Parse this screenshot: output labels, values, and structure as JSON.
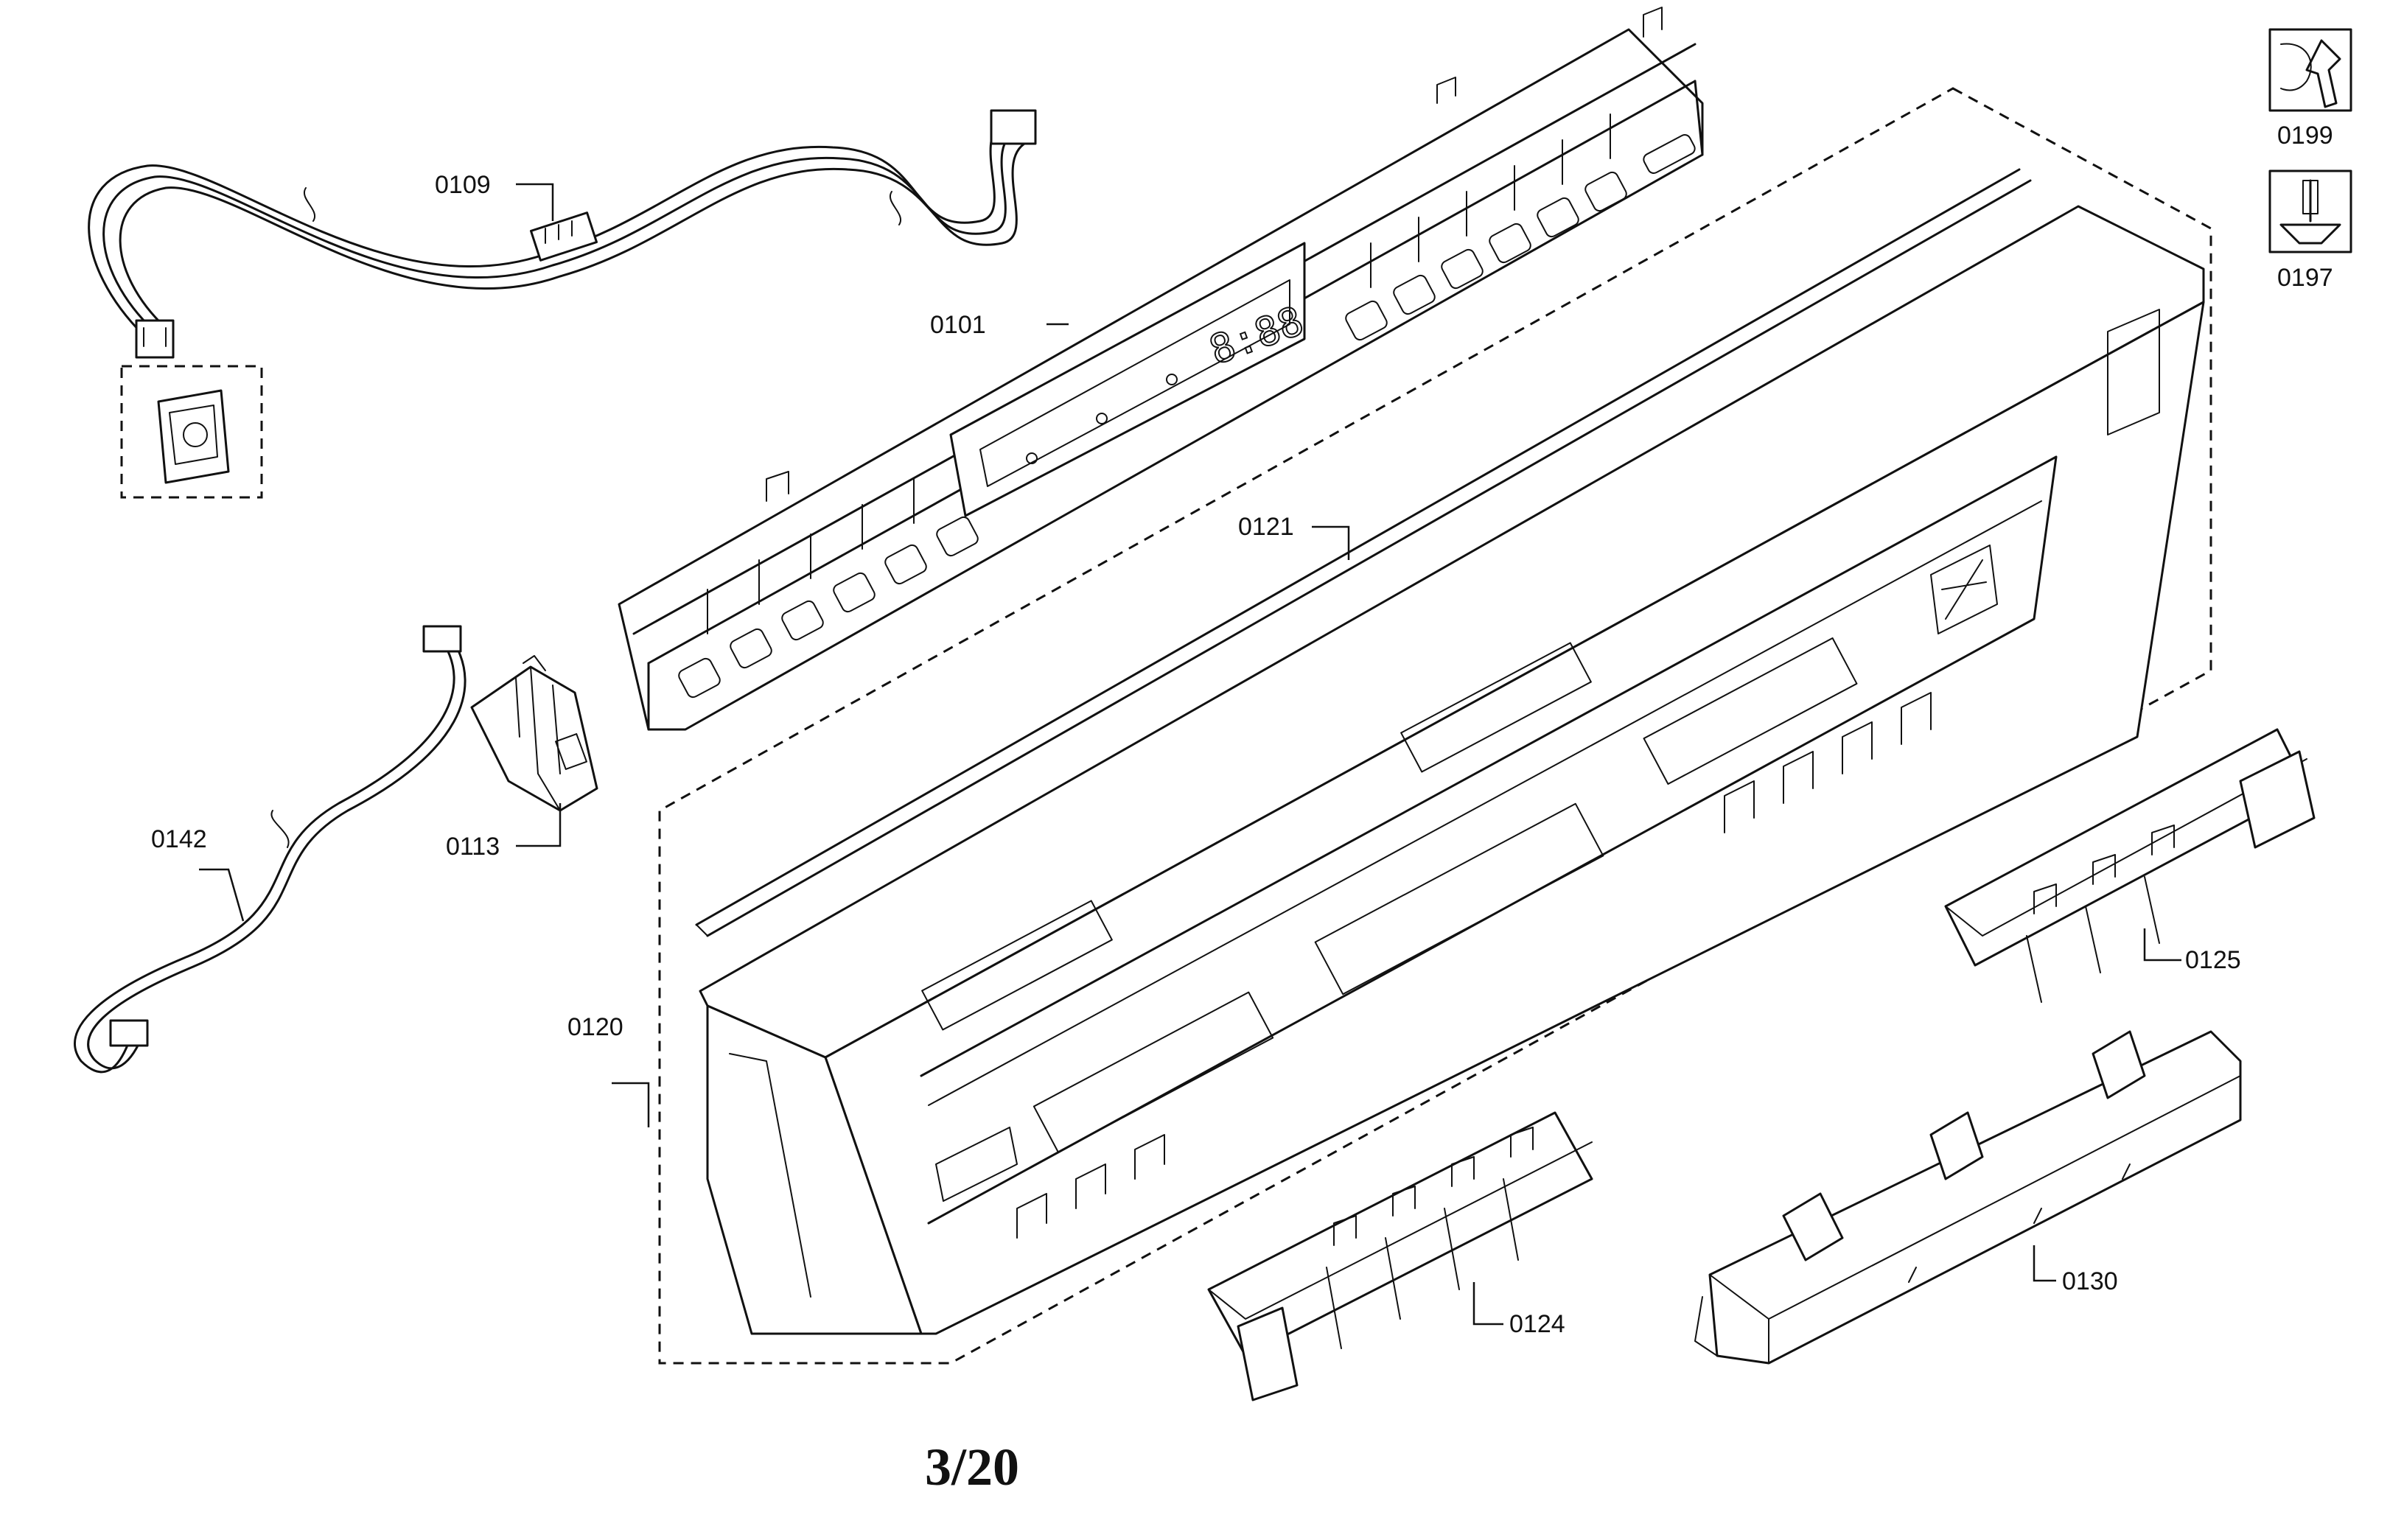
{
  "parts": [
    {
      "id": "p0101",
      "number": "0101"
    },
    {
      "id": "p0109",
      "number": "0109"
    },
    {
      "id": "p0113",
      "number": "0113"
    },
    {
      "id": "p0120",
      "number": "0120"
    },
    {
      "id": "p0121",
      "number": "0121"
    },
    {
      "id": "p0124",
      "number": "0124"
    },
    {
      "id": "p0125",
      "number": "0125"
    },
    {
      "id": "p0130",
      "number": "0130"
    },
    {
      "id": "p0142",
      "number": "0142"
    }
  ],
  "tools": [
    {
      "number": "0199",
      "icon": "wrench-tool-icon"
    },
    {
      "number": "0197",
      "icon": "screwdriver-tool-icon"
    }
  ],
  "display_readout": "8:88",
  "page_label": "3/20"
}
